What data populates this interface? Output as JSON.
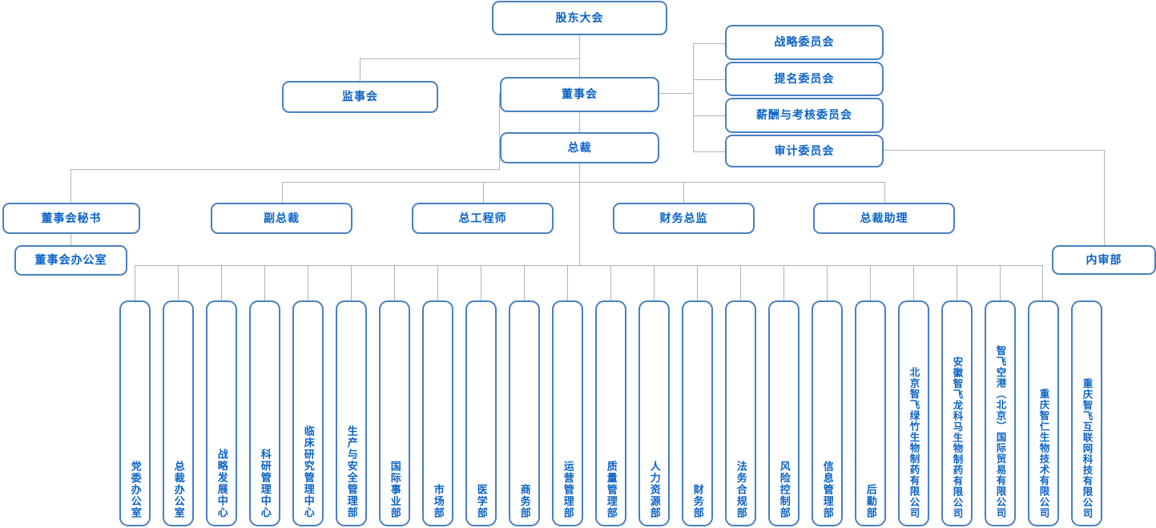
{
  "meta": {
    "title": "组织结构图",
    "colors": {
      "box_border": "#4a7fc1",
      "text": "#0b63c5",
      "line": "#b3b3b3",
      "background": "#ffffff"
    }
  },
  "top": {
    "shareholders": "股东大会",
    "supervisory_board": "监事会",
    "board": "董事会",
    "president": "总裁"
  },
  "committees": [
    {
      "label": "战略委员会"
    },
    {
      "label": "提名委员会"
    },
    {
      "label": "薪酬与考核委员会"
    },
    {
      "label": "审计委员会"
    }
  ],
  "audit_department": {
    "label": "内审部"
  },
  "executives": [
    {
      "label": "董事会秘书"
    },
    {
      "label": "副总裁"
    },
    {
      "label": "总工程师"
    },
    {
      "label": "财务总监"
    },
    {
      "label": "总裁助理"
    }
  ],
  "board_office": {
    "label": "董事会办公室"
  },
  "departments": [
    {
      "label": "党委办公室"
    },
    {
      "label": "总裁办公室"
    },
    {
      "label": "战略发展中心"
    },
    {
      "label": "科研管理中心"
    },
    {
      "label": "临床研究管理中心"
    },
    {
      "label": "生产与安全管理部"
    },
    {
      "label": "国际事业部"
    },
    {
      "label": "市场部"
    },
    {
      "label": "医学部"
    },
    {
      "label": "商务部"
    },
    {
      "label": "运营管理部"
    },
    {
      "label": "质量管理部"
    },
    {
      "label": "人力资源部"
    },
    {
      "label": "财务部"
    },
    {
      "label": "法务合规部"
    },
    {
      "label": "风险控制部"
    },
    {
      "label": "信息管理部"
    },
    {
      "label": "后勤部"
    }
  ],
  "subsidiaries": [
    {
      "label": "北京智飞绿竹生物制药有限公司"
    },
    {
      "label": "安徽智飞龙科马生物制药有限公司"
    },
    {
      "label": "智飞空港（北京）国际贸易有限公司"
    },
    {
      "label": "重庆智仁生物技术有限公司"
    },
    {
      "label": "重庆智飞互联网科技有限公司"
    }
  ]
}
